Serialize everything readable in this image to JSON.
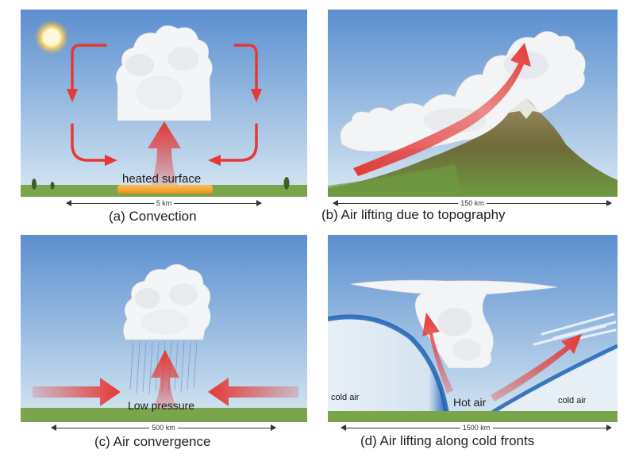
{
  "panels": {
    "a": {
      "caption": "(a) Convection",
      "scale": "5 km",
      "label": "heated surface"
    },
    "b": {
      "caption": "(b) Air lifting due to topography",
      "scale": "150 km"
    },
    "c": {
      "caption": "(c) Air convergence",
      "scale": "500 km",
      "label": "Low pressure"
    },
    "d": {
      "caption": "(d) Air lifting along cold fronts",
      "scale": "1500 km",
      "label_cold_left": "cold air",
      "label_hot": "Hot air",
      "label_cold_right": "cold air"
    }
  },
  "colors": {
    "sky_top": "#5b8fd0",
    "sky_bottom": "#d5e6f2",
    "ground": "#7aa54a",
    "arrow": "#e53935",
    "heated_surface": "#f5a623",
    "cold_front": "#1f63b5",
    "mountain": "#6f6a3a"
  }
}
